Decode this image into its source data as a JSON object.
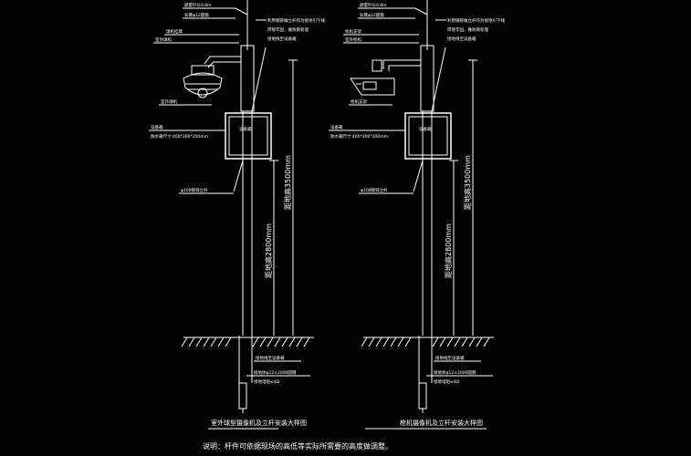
{
  "left_pole": {
    "labels": [
      "避雷针长0.8m",
      "长臂φ12圆钢",
      "球机挂臂",
      "室外球机",
      "设备箱",
      "防水箱尺寸 400*300*200mm",
      "φ108镀锌立杆",
      "接地体φ12×2000圆钢",
      "接地电阻≤4Ω"
    ],
    "right_notes": [
      "利用钢管做立杆作为接地引下线",
      "焊接牢固，做防腐处理",
      "接地线至设备箱"
    ],
    "height_total": "距地高3500mm",
    "height_box": "距地高2800mm",
    "box_label": "设备箱",
    "caption": "室外球型摄像机及立杆安装大样图"
  },
  "right_pole": {
    "labels": [
      "避雷针长0.8m",
      "长臂φ12圆钢",
      "枪机支架",
      "室外枪机",
      "设备箱",
      "防水箱尺寸 400*300*200mm",
      "φ108镀锌立杆",
      "接地体φ12×2000圆钢",
      "接地电阻≤4Ω"
    ],
    "right_notes": [
      "利用钢管做立杆作为接地引下线",
      "焊接牢固，做防腐处理",
      "接地线至设备箱"
    ],
    "height_total": "距地高3500mm",
    "height_box": "距地高2800mm",
    "box_label": "设备箱",
    "caption": "枪机摄像机及立杆安装大样图"
  },
  "note": "说明：杆件可依据现场的高低等实际所需要的高度做调整。",
  "colors": {
    "background": "#000000",
    "line": "#ffffff",
    "dimension": "#3cd63c"
  }
}
